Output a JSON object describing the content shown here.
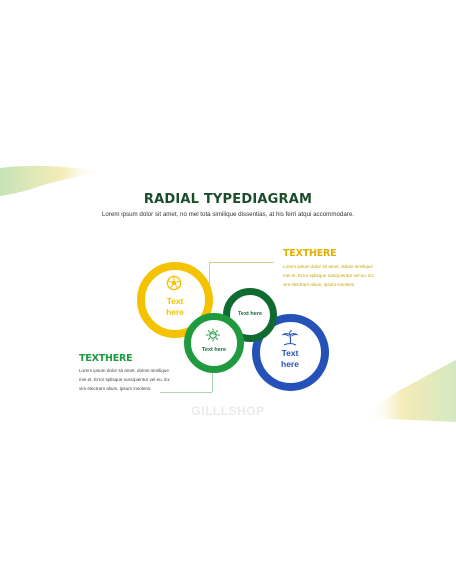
{
  "slide": {
    "title": "RADIAL TYPEDIAGRAM",
    "subtitle": "Lorem ipsum dolor sit amet, no mel tota similique dissentias, at his ferri atqui accommodare."
  },
  "callouts": {
    "right": {
      "heading": "TEXTHERE",
      "lines": [
        "Lorem ipsum dolor sit amet, dolore similique",
        "mei et. Error splisque suscipientur vel eu. Ex",
        "vim electram alium, ipsum insolens."
      ]
    },
    "left": {
      "heading": "TEXTHERE",
      "lines": [
        "Lorem ipsum dolor sit amet, dolore similique",
        "mei et. Error splisque suscipientur vel eu. Ex",
        "vim electram alium, ipsum insolens."
      ]
    }
  },
  "rings": {
    "yellow": {
      "line1": "Text",
      "line2": "here",
      "icon": "soccer-ball-icon"
    },
    "dark_green": {
      "line1": "Text here"
    },
    "green": {
      "line1": "Text here",
      "icon": "brazil-flag-icon"
    },
    "blue": {
      "line1": "Text",
      "line2": "here",
      "icon": "palm-tree-icon"
    }
  },
  "watermark": "GILLLSHOP",
  "colors": {
    "title": "#1b4d2b",
    "yellow": "#f5c200",
    "dark_green": "#0f6b30",
    "green": "#1f9a3f",
    "blue": "#2552b8",
    "callout_yellow": "#e0b100",
    "callout_green": "#1f9a3f"
  }
}
